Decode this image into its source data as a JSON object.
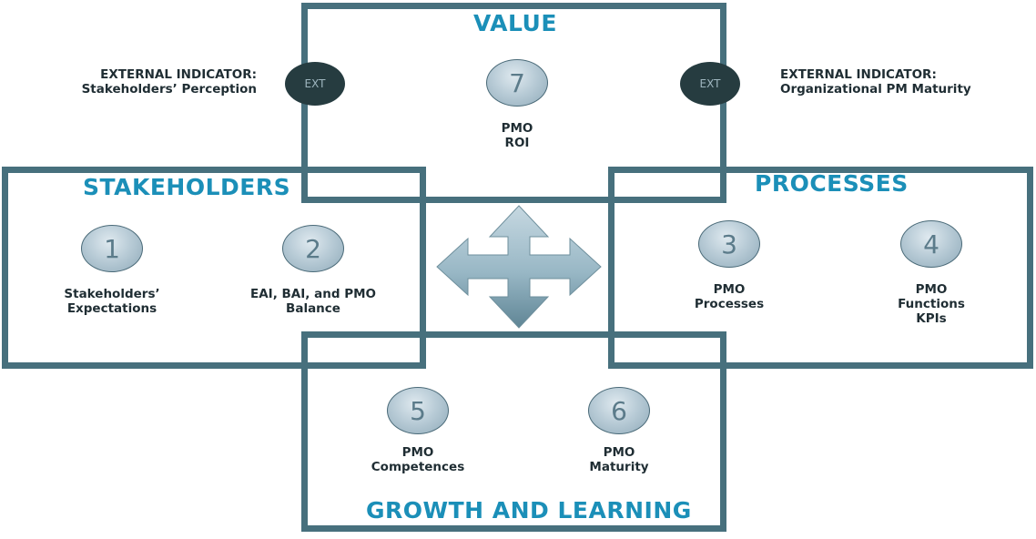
{
  "sections": {
    "value": "VALUE",
    "stakeholders": "STAKEHOLDERS",
    "processes": "PROCESSES",
    "growth": "GROWTH AND LEARNING"
  },
  "external": {
    "left_badge": "EXT",
    "right_badge": "EXT",
    "left_line1": "EXTERNAL INDICATOR:",
    "left_line2": "Stakeholders’ Perception",
    "right_line1": "EXTERNAL INDICATOR:",
    "right_line2": "Organizational PM Maturity"
  },
  "nodes": [
    {
      "number": "1",
      "line1": "Stakeholders’",
      "line2": "Expectations",
      "line3": ""
    },
    {
      "number": "2",
      "line1": "EAI, BAI, and PMO",
      "line2": "Balance",
      "line3": ""
    },
    {
      "number": "3",
      "line1": "PMO",
      "line2": "Processes",
      "line3": ""
    },
    {
      "number": "4",
      "line1": "PMO",
      "line2": "Functions",
      "line3": "KPIs"
    },
    {
      "number": "5",
      "line1": "PMO",
      "line2": "Competences",
      "line3": ""
    },
    {
      "number": "6",
      "line1": "PMO",
      "line2": "Maturity",
      "line3": ""
    },
    {
      "number": "7",
      "line1": "PMO",
      "line2": "ROI",
      "line3": ""
    }
  ]
}
